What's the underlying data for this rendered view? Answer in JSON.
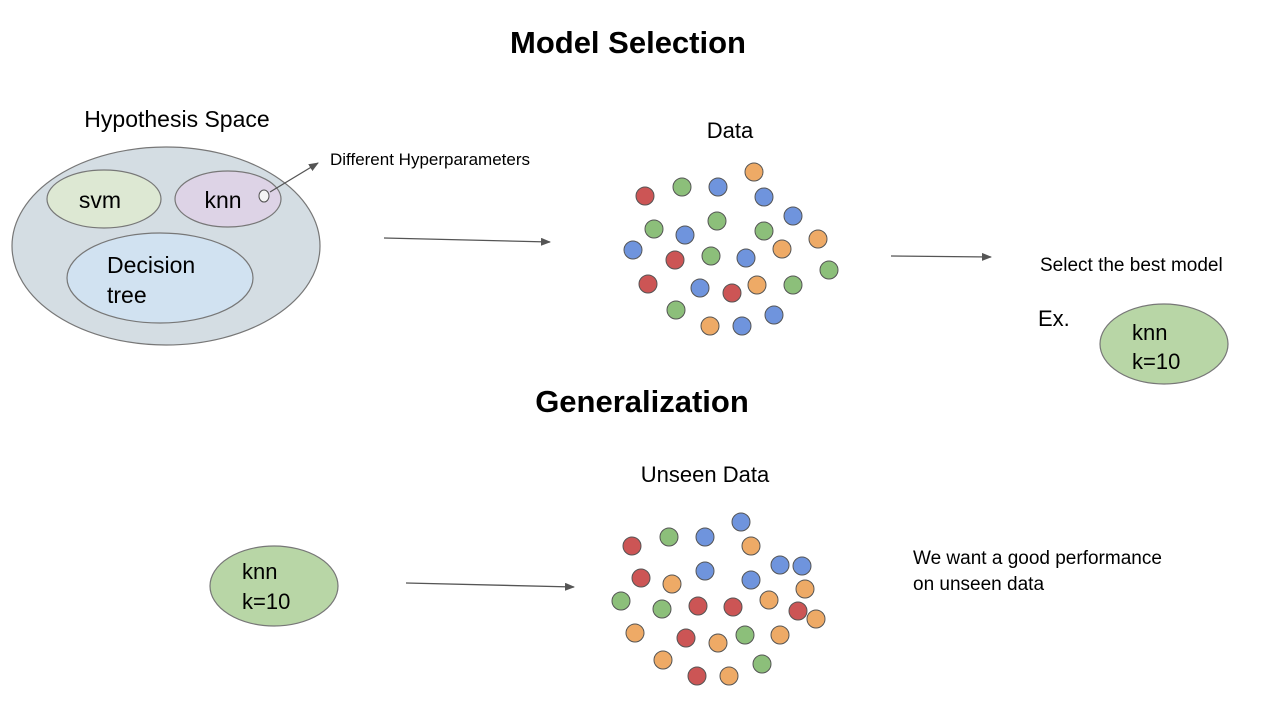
{
  "titles": {
    "model_selection": "Model Selection",
    "generalization": "Generalization"
  },
  "hypothesis_space": {
    "label": "Hypothesis Space",
    "models": {
      "svm": "svm",
      "knn": "knn",
      "decision_tree_line1": "Decision",
      "decision_tree_line2": "tree"
    },
    "hyperparam_annotation": "Different Hyperparameters"
  },
  "data": {
    "label": "Data"
  },
  "selection": {
    "label": "Select the best model",
    "example_prefix": "Ex.",
    "best_model_line1": "knn",
    "best_model_line2": "k=10"
  },
  "generalization_section": {
    "model_line1": "knn",
    "model_line2": "k=10",
    "unseen_label": "Unseen Data",
    "goal_line1": "We want a good performance",
    "goal_line2": "on unseen data"
  },
  "colors": {
    "red": "#cc5555",
    "green": "#8cbf7a",
    "blue": "#6f94dd",
    "orange": "#eeaa66",
    "hypothesis_bg": "#d4dde3",
    "svm_bg": "#dde8d3",
    "knn_bg": "#ddd3e6",
    "tree_bg": "#d1e2f1",
    "model_green": "#b8d6a6",
    "arrow": "#555555"
  },
  "data_points": [
    "red",
    "green",
    "blue",
    "orange",
    "blue",
    "green",
    "blue",
    "green",
    "blue",
    "blue",
    "orange",
    "orange",
    "red",
    "green",
    "blue",
    "green",
    "red",
    "blue",
    "red",
    "orange",
    "green",
    "green",
    "green",
    "orange",
    "blue",
    "blue"
  ],
  "unseen_points": [
    "red",
    "green",
    "blue",
    "blue",
    "orange",
    "blue",
    "red",
    "orange",
    "blue",
    "blue",
    "orange",
    "green",
    "green",
    "red",
    "red",
    "orange",
    "blue",
    "orange",
    "orange",
    "red",
    "orange",
    "green",
    "orange",
    "orange",
    "red",
    "orange",
    "green",
    "red"
  ]
}
